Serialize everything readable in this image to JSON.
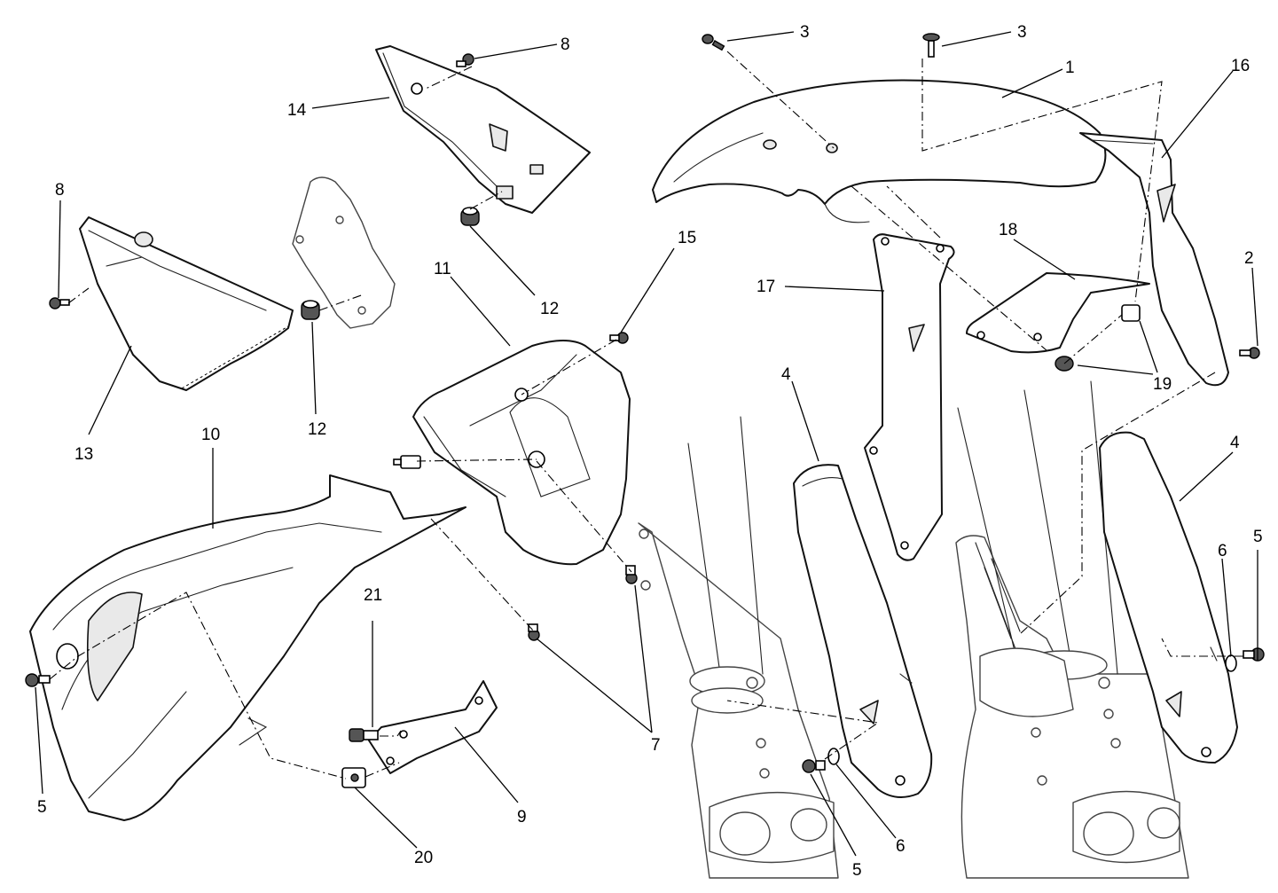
{
  "title": "Front mudguard and side fairing exploded parts diagram",
  "callouts": {
    "c1": "1",
    "c2": "2",
    "c3a": "3",
    "c3b": "3",
    "c4a": "4",
    "c4b": "4",
    "c5a": "5",
    "c5b": "5",
    "c5c": "5",
    "c6a": "6",
    "c6b": "6",
    "c7": "7",
    "c8a": "8",
    "c8b": "8",
    "c9": "9",
    "c10": "10",
    "c11": "11",
    "c12a": "12",
    "c12b": "12",
    "c13": "13",
    "c14": "14",
    "c15": "15",
    "c16": "16",
    "c17": "17",
    "c18": "18",
    "c19": "19",
    "c20": "20",
    "c21": "21"
  }
}
